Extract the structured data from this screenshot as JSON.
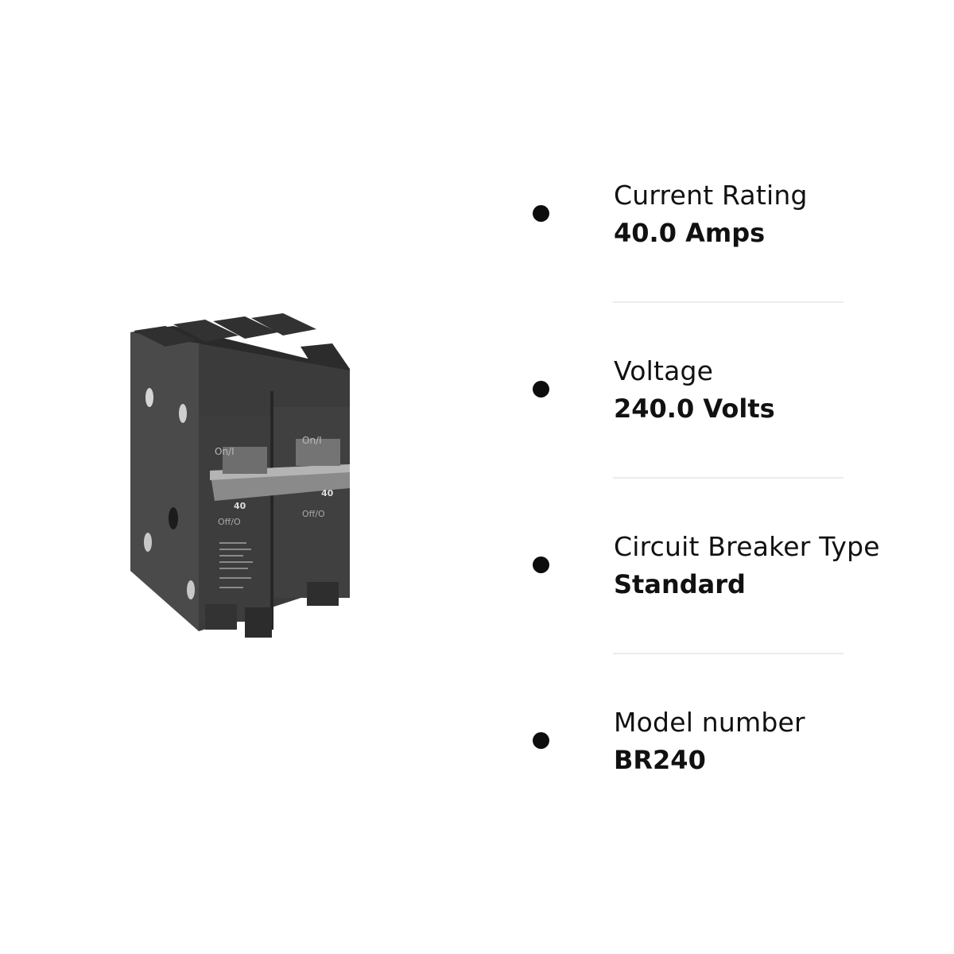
{
  "product_image": {
    "description": "Two-pole circuit breaker",
    "handle_labels": [
      "On/I",
      "On/I"
    ],
    "off_labels": [
      "Off/O",
      "Off/O"
    ],
    "amp_markings": [
      "40",
      "40"
    ]
  },
  "specs": [
    {
      "label": "Current Rating",
      "value": "40.0 Amps"
    },
    {
      "label": "Voltage",
      "value": "240.0 Volts"
    },
    {
      "label": "Circuit Breaker Type",
      "value": "Standard"
    },
    {
      "label": "Model number",
      "value": "BR240"
    }
  ],
  "colors": {
    "bullet": "#0d0d0d",
    "divider": "#ececec",
    "breaker_body": "#3a3a3a"
  }
}
